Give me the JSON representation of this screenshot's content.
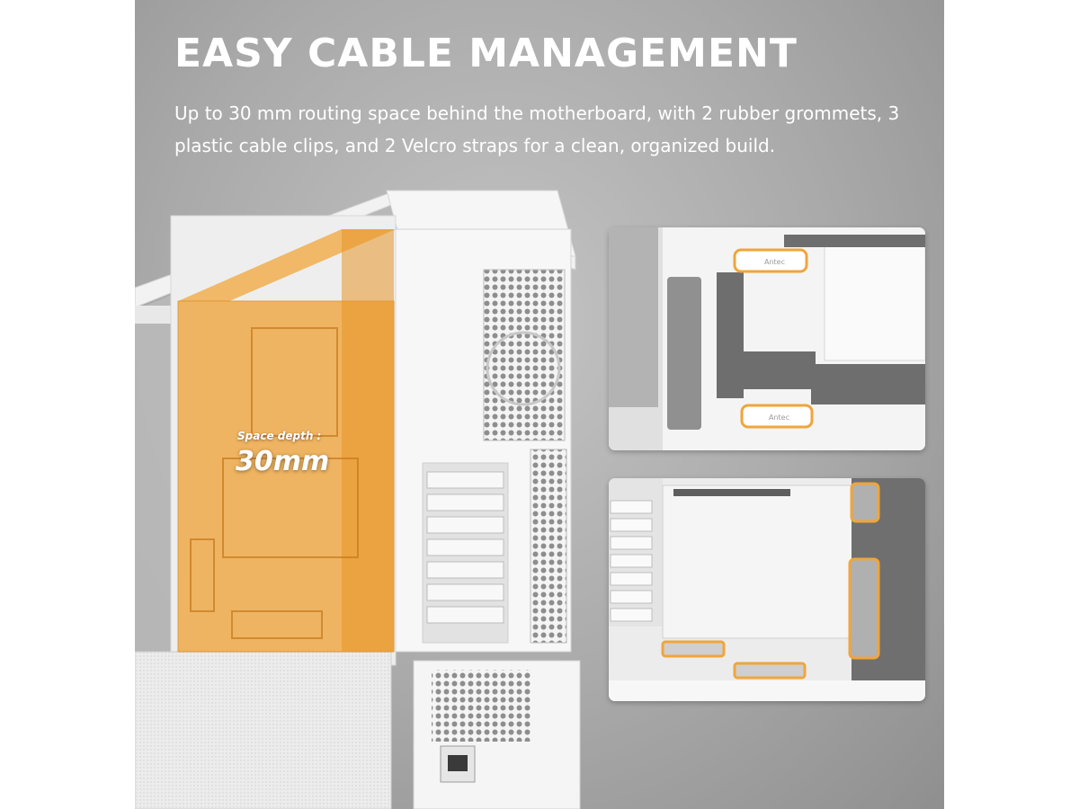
{
  "headline": "EASY CABLE MANAGEMENT",
  "subtitle": "Up to 30 mm routing space behind the motherboard, with 2 rubber grommets, 3 plastic cable clips, and 2 Velcro straps for a clean, organized build.",
  "badge": {
    "label": "Space depth :",
    "value": "30mm"
  },
  "clip_brand": "Antec",
  "colors": {
    "highlight": "#f0a53a",
    "text": "#ffffff",
    "background": "#a9a9a9"
  }
}
